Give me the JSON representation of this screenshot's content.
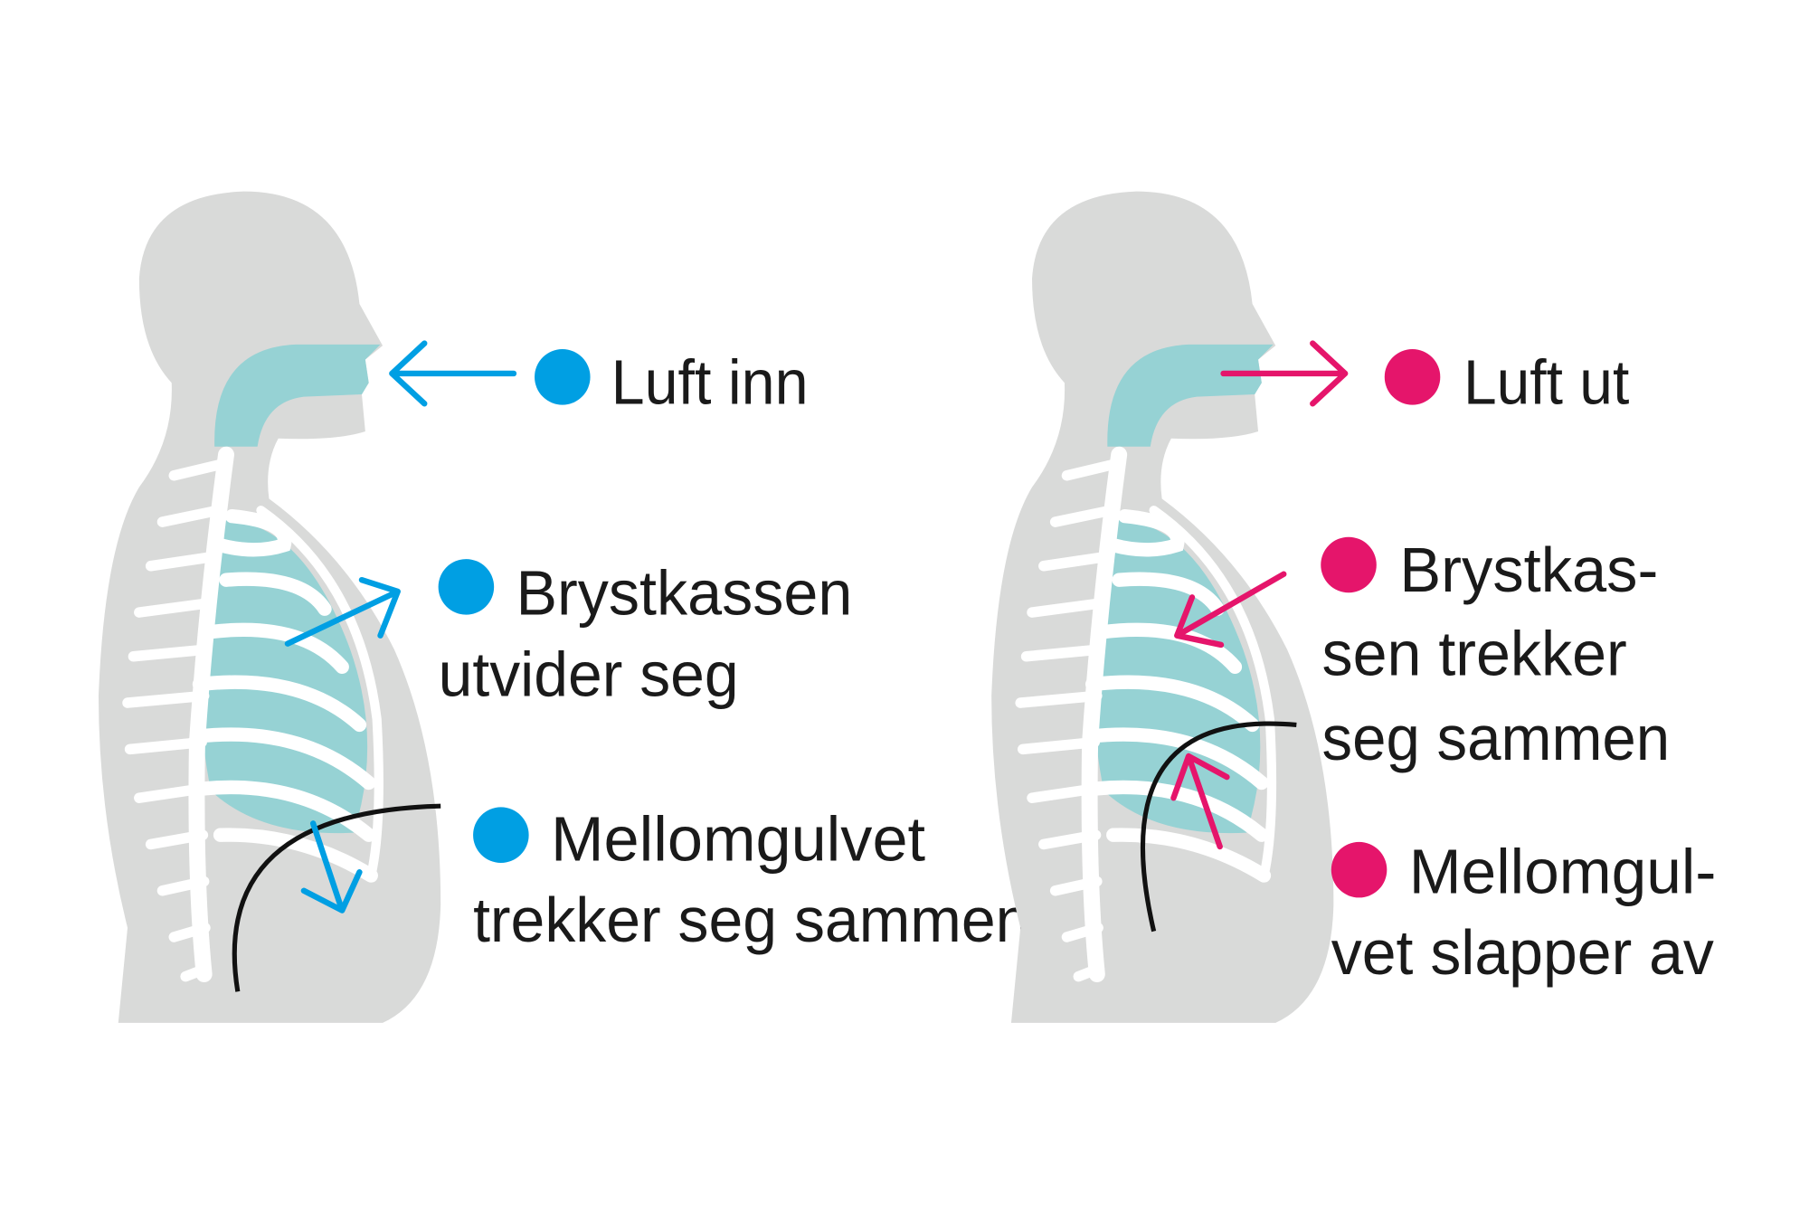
{
  "colors": {
    "inhale": "#009fe3",
    "exhale": "#e5156b",
    "silhouette": "#d9dad9",
    "airway": "#96d2d4"
  },
  "inhale": {
    "air": "Luft inn",
    "chest": [
      "Brystkassen",
      "utvider seg"
    ],
    "diaphragm": [
      "Mellomgulvet",
      "trekker seg sammen"
    ]
  },
  "exhale": {
    "air": "Luft ut",
    "chest": [
      "Brystkas-",
      "sen trekker",
      "seg sammen"
    ],
    "diaphragm": [
      "Mellomgul-",
      "vet slapper av"
    ]
  }
}
